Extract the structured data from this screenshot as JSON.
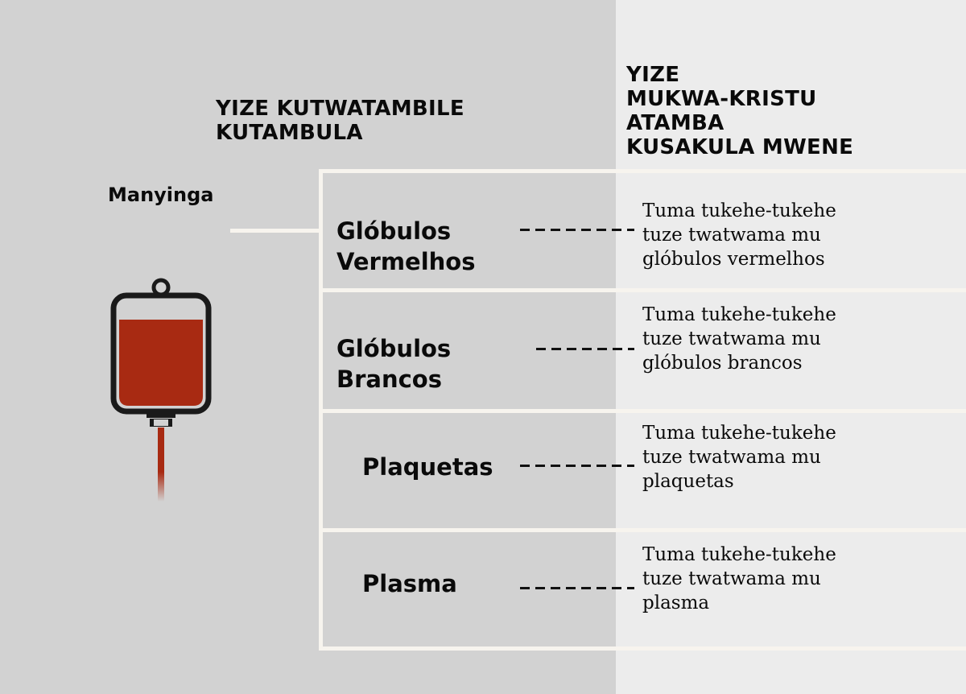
{
  "left_heading": "YIZE KUTWATAMBILE\nKUTAMBULA",
  "right_heading": "YIZE\nMUKWA-KRISTU\nATAMBA\nKUSAKULA MWENE",
  "source_label": "Manyinga",
  "rows": [
    {
      "component": "Glóbulos\nVermelhos",
      "fraction": "Tuma tukehe-tukehe\ntuze twatwama mu\nglóbulos vermelhos"
    },
    {
      "component": "Glóbulos\nBrancos",
      "fraction": "Tuma tukehe-tukehe\ntuze twatwama mu\nglóbulos brancos"
    },
    {
      "component": "Plaquetas",
      "fraction": "Tuma tukehe-tukehe\ntuze twatwama mu\nplaquetas"
    },
    {
      "component": "Plasma",
      "fraction": "Tuma tukehe-tukehe\ntuze twatwama mu\nplasma"
    }
  ],
  "icons": {
    "blood_bag": "blood-bag-icon"
  },
  "colors": {
    "left_background": "#d2d2d2",
    "right_background": "#ececec",
    "frame_lines": "#f7f4ee",
    "blood": "#a82a12",
    "text": "#0a0a0a"
  }
}
